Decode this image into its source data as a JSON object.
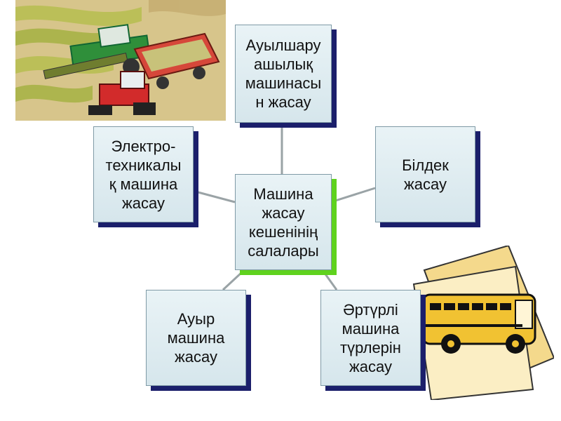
{
  "diagram": {
    "center": "Машина\nжасау\nкешенінің\nсалалары",
    "top": "Ауылшару\nашылық\nмашинасы\nн жасау",
    "left": "Электро-\nтехникалы\nқ машина\nжасау",
    "right": "Білдек\nжасау",
    "bottom_left": "Ауыр\nмашина\nжасау",
    "bottom_right": "Әртүрлі\nмашина\nтүрлерін\nжасау"
  },
  "images": [
    {
      "name": "farm-harvester-clipart",
      "description": "agricultural"
    },
    {
      "name": "school-bus-clipart",
      "description": "bus"
    }
  ],
  "colors": {
    "node_fill": "#dbe9ee",
    "node_shadow": "#1b1f6b",
    "center_shadow": "#5fd21e",
    "connector": "#9aa3a6"
  }
}
